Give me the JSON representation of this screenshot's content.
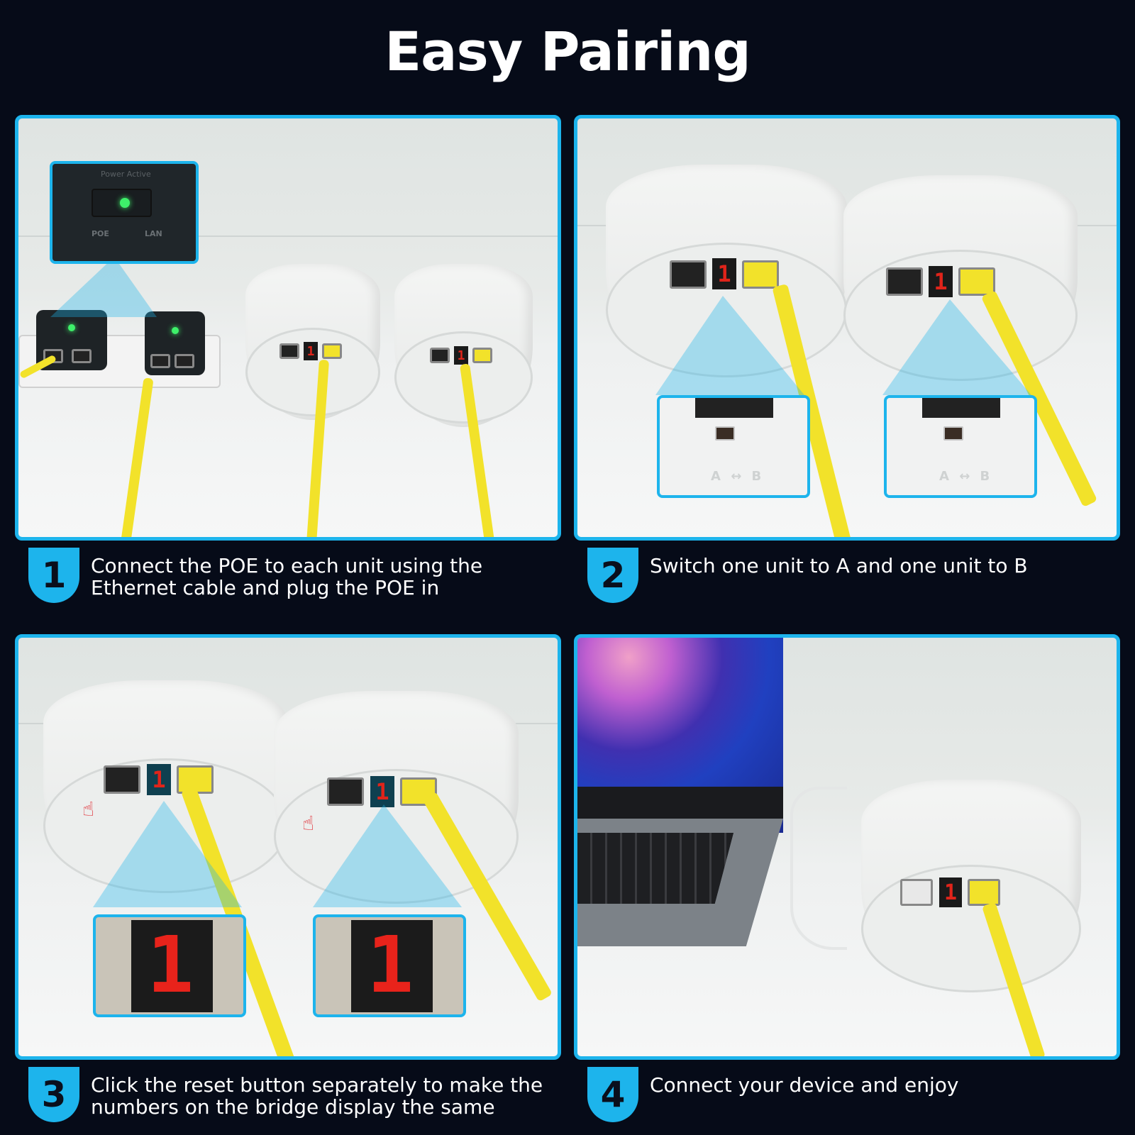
{
  "title": "Easy Pairing",
  "accent_color": "#1db4ec",
  "background_color": "#060b18",
  "steps": [
    {
      "number": "1",
      "text": "Connect the POE to each unit using the Ethernet cable and plug the POE in"
    },
    {
      "number": "2",
      "text": "Switch one unit to A and one unit to B"
    },
    {
      "number": "3",
      "text": "Click the reset button separately to make the numbers on the bridge display the same"
    },
    {
      "number": "4",
      "text": "Connect your device and enjoy"
    }
  ],
  "photo1": {
    "poe_labels": {
      "top": "Power Active",
      "left": "POE",
      "right": "LAN"
    },
    "unit_display": "1"
  },
  "photo2": {
    "switch_labels": "A ↔ B",
    "unit_display": "1"
  },
  "photo3": {
    "unit_display": "1",
    "zoom_display": "1"
  },
  "photo4": {
    "unit_display": "1"
  }
}
